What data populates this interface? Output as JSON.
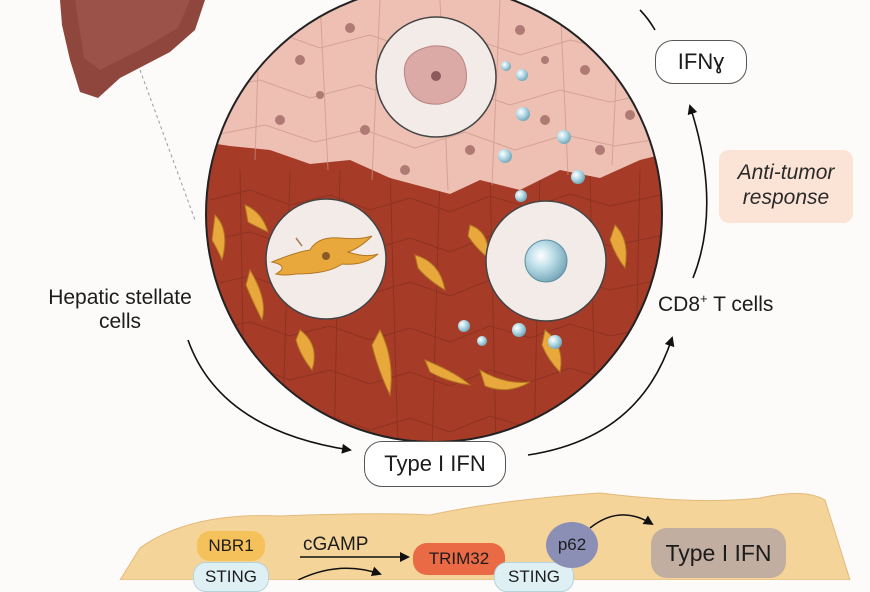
{
  "labels": {
    "ifn_gamma": "IFNɣ",
    "anti_tumor_response": "Anti-tumor\nresponse",
    "hepatic_stellate_cells": "Hepatic stellate\ncells",
    "cd8_t_cells": "CD8",
    "cd8_sup": "+",
    "cd8_t_cells_suffix": " T cells",
    "type1_ifn_center": "Type I IFN"
  },
  "pathway": {
    "nbr1": "NBR1",
    "sting_left": "STING",
    "cgamp": "cGAMP",
    "trim32": "TRIM32",
    "sting_right": "STING",
    "p62": "p62",
    "type1_ifn_out": "Type I IFN"
  },
  "colors": {
    "liver": "#8e463d",
    "tumor_tissue": "#eec0b4",
    "stroma": "#a63c28",
    "stellate_cell": "#e8a83c",
    "t_cell_bead": "#a9d4e2",
    "response_box": "#fbe4d6",
    "membrane": "#f5d49a",
    "nbr1_chip": "#f5c15b",
    "sting_chip": "#dff0f4",
    "trim32_chip": "#ea6a45",
    "p62_chip": "#8b8fb6",
    "type1_ifn_chip": "#c2aea0"
  }
}
